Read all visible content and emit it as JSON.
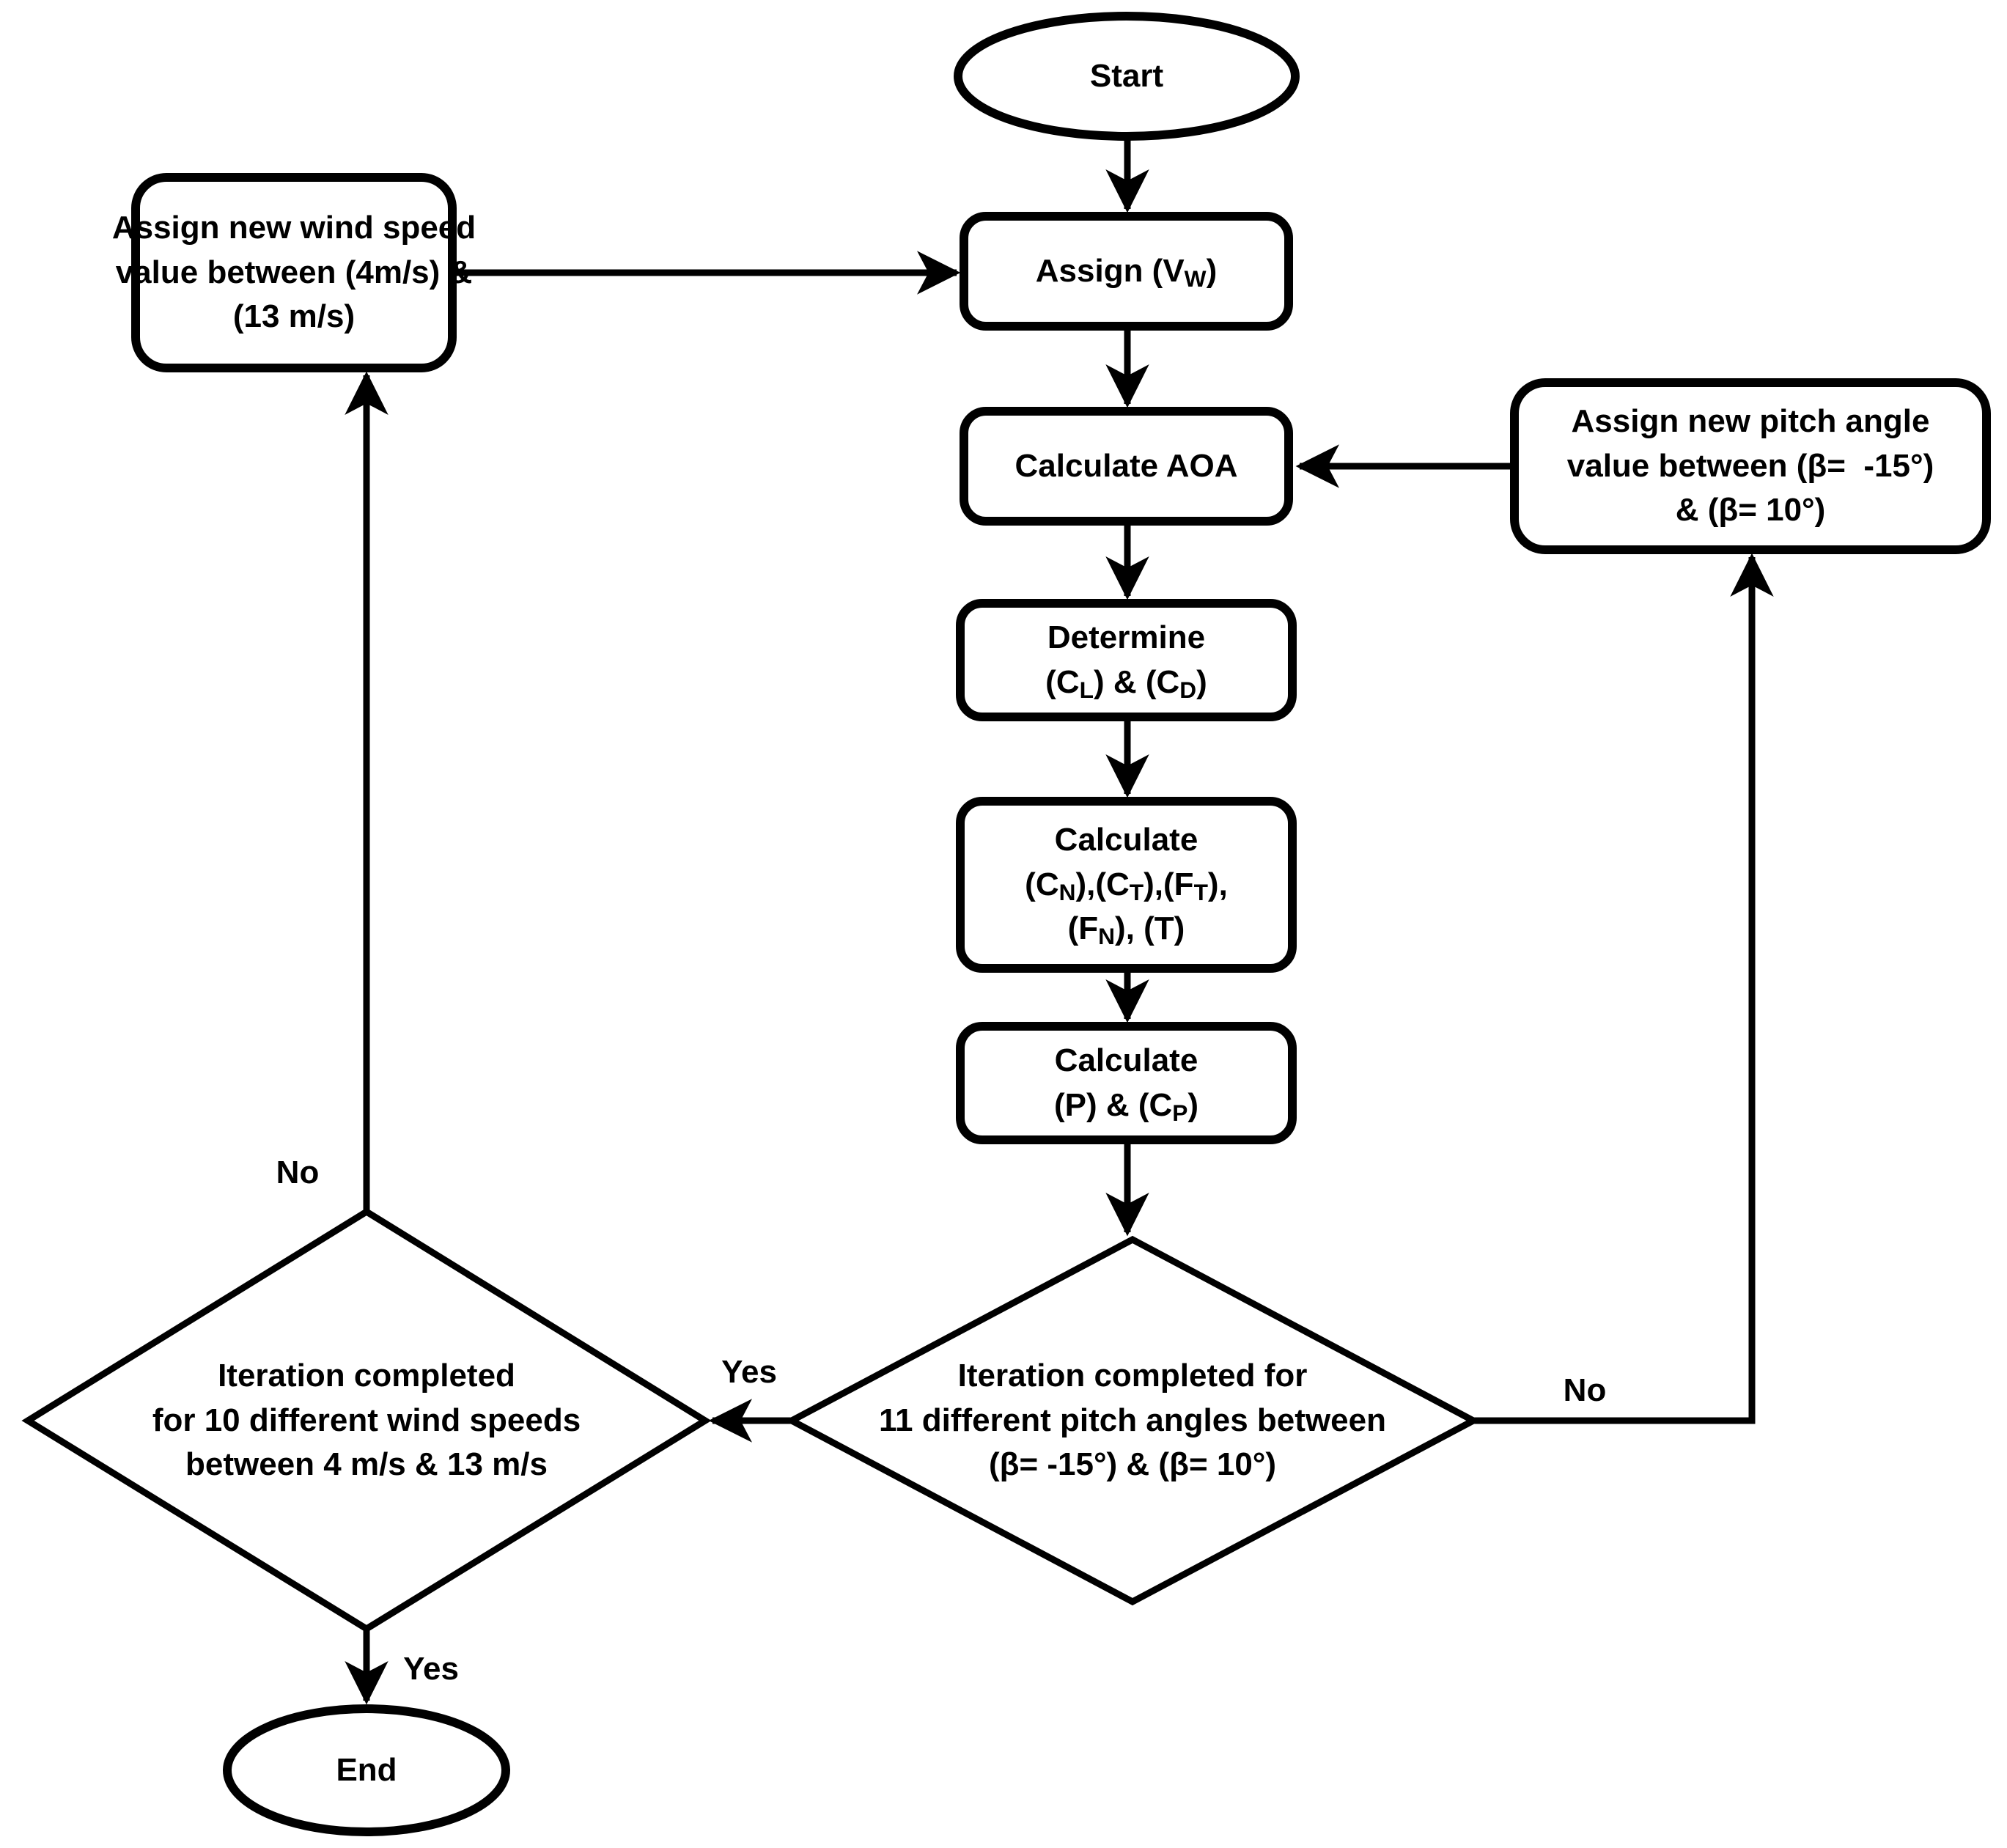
{
  "diagram": {
    "type": "flowchart",
    "background": "#ffffff",
    "stroke_color": "#000000",
    "nodes": {
      "start": {
        "label": "Start"
      },
      "assign_wind_speed": {
        "line1": "Assign new wind speed",
        "line2": "value between (4m/s) &",
        "line3": "(13 m/s)"
      },
      "assign_vw": {
        "pre": "Assign (V",
        "sub": "W",
        "post": ")"
      },
      "calculate_aoa": {
        "label": "Calculate AOA"
      },
      "determine_cl_cd": {
        "line1": "Determine",
        "l2a": "(C",
        "l2as": "L",
        "l2b": ") & (C",
        "l2bs": "D",
        "l2c": ")"
      },
      "calculate_coefficients": {
        "line1": "Calculate",
        "l2a": "(C",
        "l2as": "N",
        "l2b": "),(C",
        "l2bs": "T",
        "l2c": "),(F",
        "l2cs": "T",
        "l2d": "),",
        "l3a": "(F",
        "l3as": "N",
        "l3b": "), (T)"
      },
      "calculate_power": {
        "line1": "Calculate",
        "l2a": "(P) & (C",
        "l2as": "P",
        "l2b": ")"
      },
      "pitch_decision": {
        "line1": "Iteration completed for",
        "line2": "11 different pitch angles between",
        "line3": "(β= -15°) & (β= 10°)"
      },
      "assign_pitch_angle": {
        "line1": "Assign new pitch angle",
        "line2": "value between (β=  -15°)",
        "line3": "& (β= 10°)"
      },
      "wind_decision": {
        "line1": "Iteration completed",
        "line2": "for 10 different wind speeds",
        "line3": "between 4 m/s & 13 m/s"
      },
      "end": {
        "label": "End"
      }
    },
    "edge_labels": {
      "pitch_no": "No",
      "pitch_yes": "Yes",
      "wind_no": "No",
      "wind_yes": "Yes"
    }
  }
}
